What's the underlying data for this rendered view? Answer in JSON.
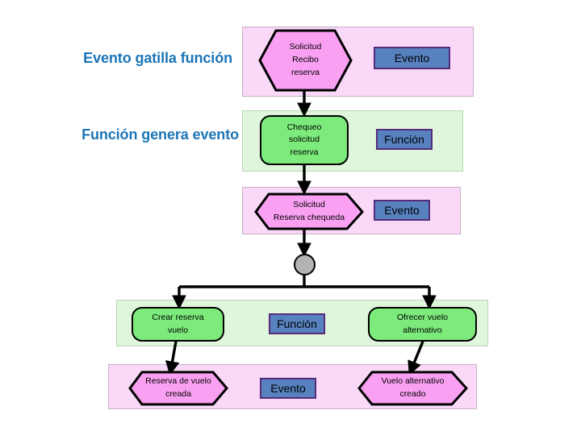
{
  "diagram": {
    "title": "Evento gatilla funcion / Funcion genera evento",
    "colors": {
      "event_band_fill": "#f9d9f7",
      "function_band_fill": "#dff5dc",
      "event_node_fill": "#f9a0f2",
      "function_node_fill": "#7ceb7c",
      "legend_chip_fill": "#5782bf",
      "legend_chip_border": "#552b7a",
      "caption_text": "#1b75b7",
      "junction_fill": "#b3b3b3",
      "connector_stroke": "#000000"
    },
    "captions": [
      {
        "id": "caption-event-triggers-function",
        "text": "Evento gatilla función"
      },
      {
        "id": "caption-function-generates-event",
        "text": "Función genera evento"
      }
    ],
    "legend": [
      {
        "id": "legend-evento-1",
        "label": "Evento",
        "kind": "event"
      },
      {
        "id": "legend-funcion-1",
        "label": "Función",
        "kind": "function"
      },
      {
        "id": "legend-evento-2",
        "label": "Evento",
        "kind": "event"
      },
      {
        "id": "legend-funcion-2",
        "label": "Función",
        "kind": "function"
      },
      {
        "id": "legend-evento-3",
        "label": "Evento",
        "kind": "event"
      }
    ],
    "bands": [
      {
        "id": "band-event-1",
        "kind": "event"
      },
      {
        "id": "band-function-1",
        "kind": "function"
      },
      {
        "id": "band-event-2",
        "kind": "event"
      },
      {
        "id": "band-function-2",
        "kind": "function"
      },
      {
        "id": "band-event-3",
        "kind": "event"
      }
    ],
    "nodes": {
      "solicitud_recibo_reserva": {
        "lines": [
          "Solicitud",
          "Recibo",
          "reserva"
        ],
        "kind": "event"
      },
      "chequeo_solicitud_reserva": {
        "lines": [
          "Chequeo",
          "solicitud",
          "reserva"
        ],
        "kind": "function"
      },
      "solicitud_reserva_chequeda": {
        "lines": [
          "Solicitud",
          "Reserva chequeda"
        ],
        "kind": "event"
      },
      "crear_reserva_vuelo": {
        "lines": [
          "Crear reserva",
          "vuelo"
        ],
        "kind": "function"
      },
      "ofrecer_vuelo_alternativo": {
        "lines": [
          "Ofrecer vuelo",
          "alternativo"
        ],
        "kind": "function"
      },
      "reserva_de_vuelo_creada": {
        "lines": [
          "Reserva de vuelo",
          "creada"
        ],
        "kind": "event"
      },
      "vuelo_alternativo_creado": {
        "lines": [
          "Vuelo alternativo",
          "creado"
        ],
        "kind": "event"
      }
    },
    "junction": {
      "id": "xor-junction",
      "shape": "circle"
    }
  }
}
